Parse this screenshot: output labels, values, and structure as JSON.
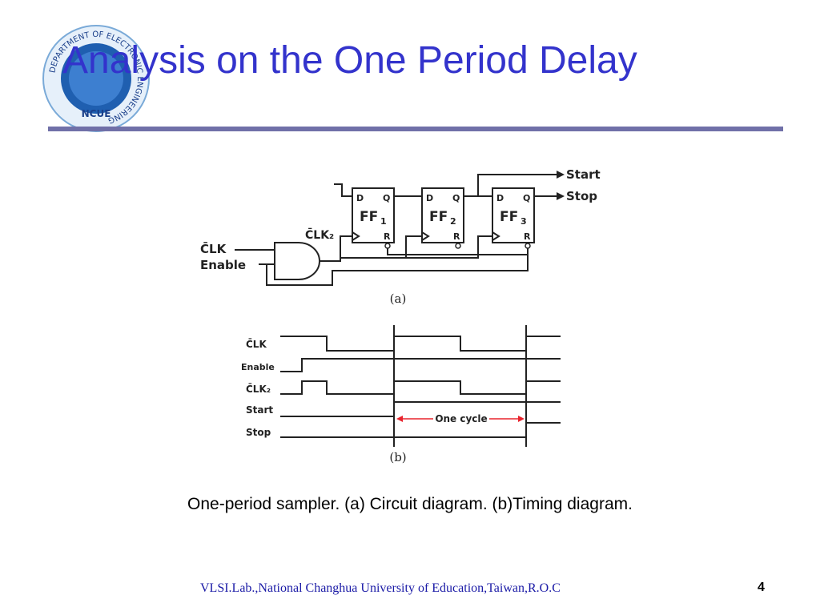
{
  "slide": {
    "title": "Analysis on the One Period Delay",
    "caption": "One-period sampler. (a) Circuit diagram. (b)Timing diagram.",
    "footer": "VLSI.Lab.,National Changhua University of Education,Taiwan,R.O.C",
    "page_number": "4"
  },
  "logo": {
    "ring_text": "DEPARTMENT OF ELECTRONIC ENGINEERING",
    "acronym": "NCUE"
  },
  "circuit": {
    "outputs": {
      "start": "Start",
      "stop": "Stop"
    },
    "inputs": {
      "clk": "C̄LK",
      "enable": "Enable"
    },
    "clk2_label": "C̄LK₂",
    "flip_flops": [
      {
        "name": "FF",
        "sub": "1",
        "d": "D",
        "q": "Q",
        "r": "R"
      },
      {
        "name": "FF",
        "sub": "2",
        "d": "D",
        "q": "Q",
        "r": "R"
      },
      {
        "name": "FF",
        "sub": "3",
        "d": "D",
        "q": "Q",
        "r": "R"
      }
    ],
    "label": "(a)"
  },
  "timing": {
    "signals": [
      "C̄LK",
      "Enable",
      "C̄LK₂",
      "Start",
      "Stop"
    ],
    "annotation": "One cycle",
    "label": "(b)"
  },
  "colors": {
    "title": "#3333cc",
    "rule": "#7070a8",
    "footer": "#1a1aa6",
    "annotation_arrow": "#e8232d",
    "logo_ring": "#6fa8dc",
    "logo_center": "#1f5fb0"
  }
}
